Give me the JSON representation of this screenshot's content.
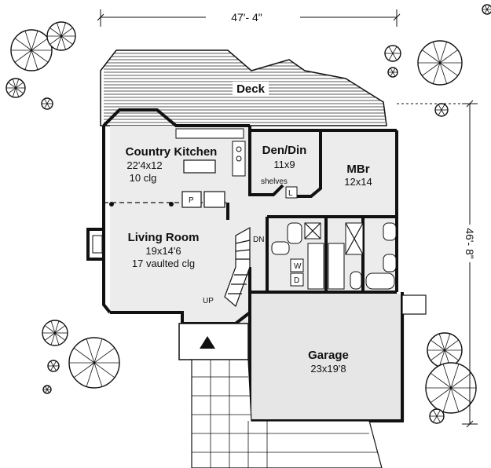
{
  "dimensions": {
    "width": "47'- 4\"",
    "depth": "46'- 8\""
  },
  "rooms": {
    "deck": {
      "name": "Deck"
    },
    "kitchen": {
      "name": "Country Kitchen",
      "size": "22'4x12",
      "ceiling": "10 clg"
    },
    "den": {
      "name": "Den/Din",
      "size": "11x9"
    },
    "mbr": {
      "name": "MBr",
      "size": "12x14"
    },
    "living": {
      "name": "Living Room",
      "size": "19x14'6",
      "ceiling": "17 vaulted clg"
    },
    "garage": {
      "name": "Garage",
      "size": "23x19'8"
    }
  },
  "annotations": {
    "shelves": "shelves",
    "stair_down": "DN",
    "stair_up": "UP",
    "pantry": "P",
    "linen": "L",
    "washer": "W",
    "dryer": "D"
  }
}
